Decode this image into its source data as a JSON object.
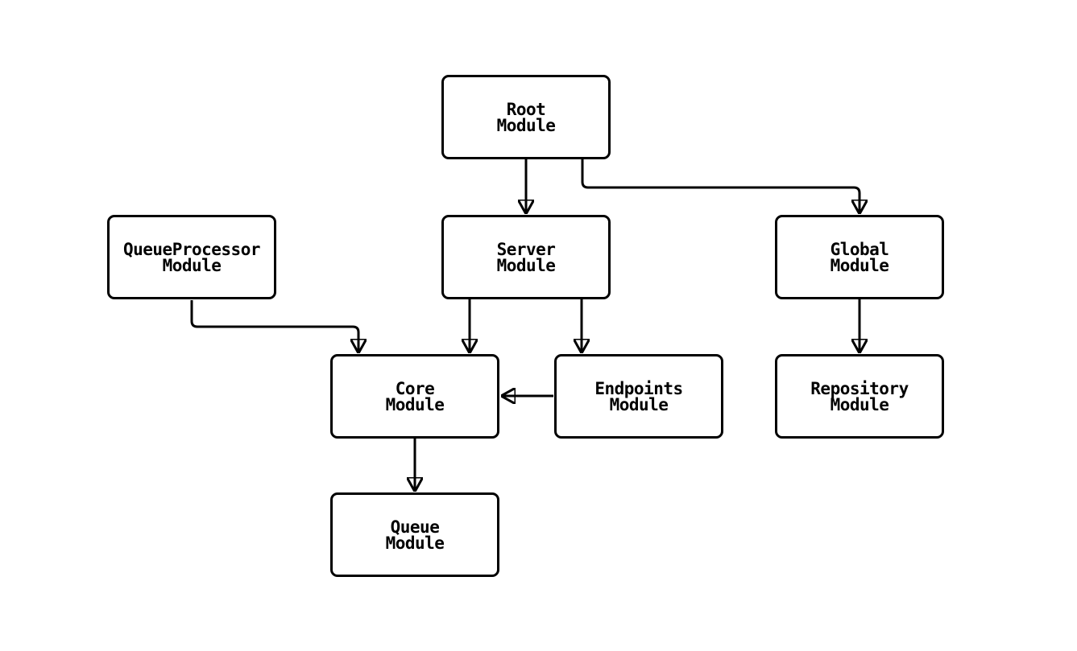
{
  "diagram": {
    "type": "module-dependency-flowchart",
    "background_color": "#ffffff",
    "node_fill_color": "#ffffff",
    "node_border_color": "#000000",
    "text_color": "#000000",
    "edge_color": "#000000",
    "nodes": [
      {
        "id": "root",
        "label": "Root\nModule"
      },
      {
        "id": "queueprocessor",
        "label": "QueueProcessor\nModule"
      },
      {
        "id": "server",
        "label": "Server\nModule"
      },
      {
        "id": "global",
        "label": "Global\nModule"
      },
      {
        "id": "core",
        "label": "Core\nModule"
      },
      {
        "id": "endpoints",
        "label": "Endpoints\nModule"
      },
      {
        "id": "repository",
        "label": "Repository\nModule"
      },
      {
        "id": "queue",
        "label": "Queue\nModule"
      }
    ],
    "edges": [
      {
        "from": "root",
        "to": "server"
      },
      {
        "from": "root",
        "to": "global"
      },
      {
        "from": "queueprocessor",
        "to": "core"
      },
      {
        "from": "server",
        "to": "core"
      },
      {
        "from": "server",
        "to": "endpoints"
      },
      {
        "from": "endpoints",
        "to": "core"
      },
      {
        "from": "global",
        "to": "repository"
      },
      {
        "from": "core",
        "to": "queue"
      }
    ]
  }
}
